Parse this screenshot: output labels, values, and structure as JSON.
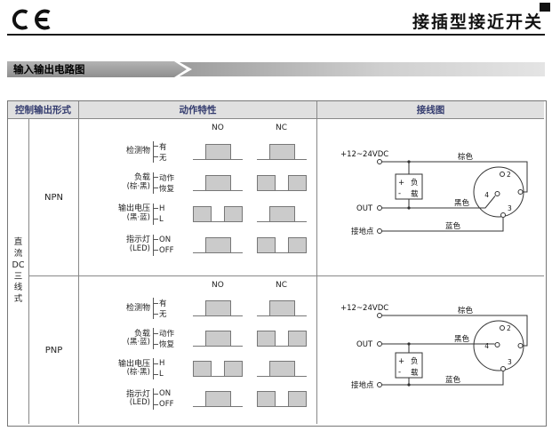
{
  "page": {
    "logo": "CE",
    "title": "接插型接近开关",
    "section_banner": "输入输出电路图"
  },
  "table": {
    "headers": [
      "控制输出形式",
      "动作特性",
      "接线图"
    ],
    "group_lines": [
      "直",
      "流",
      "DC",
      "三",
      "线",
      "式"
    ],
    "npn_label": "NPN",
    "pnp_label": "PNP"
  },
  "timing": {
    "no_label": "NO",
    "nc_label": "NC",
    "npn": {
      "rows": [
        {
          "name": "检测物",
          "sub": "",
          "opt_top": "有",
          "opt_bottom": "无",
          "no": "pulse",
          "nc": "pulse"
        },
        {
          "name": "负载",
          "sub": "(棕·黑)",
          "opt_top": "动作",
          "opt_bottom": "恢复",
          "no": "pulse",
          "nc": "inverse"
        },
        {
          "name": "输出电压",
          "sub": "(黑·蓝)",
          "opt_top": "H",
          "opt_bottom": "L",
          "no": "inverse",
          "nc": "pulse"
        },
        {
          "name": "指示灯",
          "sub": "(LED)",
          "opt_top": "ON",
          "opt_bottom": "OFF",
          "no": "pulse",
          "nc": "inverse"
        }
      ]
    },
    "pnp": {
      "rows": [
        {
          "name": "检测物",
          "sub": "",
          "opt_top": "有",
          "opt_bottom": "无",
          "no": "pulse",
          "nc": "pulse"
        },
        {
          "name": "负载",
          "sub": "(黑·蓝)",
          "opt_top": "动作",
          "opt_bottom": "恢复",
          "no": "pulse",
          "nc": "inverse"
        },
        {
          "name": "输出电压",
          "sub": "(棕·黑)",
          "opt_top": "H",
          "opt_bottom": "L",
          "no": "inverse",
          "nc": "pulse"
        },
        {
          "name": "指示灯",
          "sub": "(LED)",
          "opt_top": "ON",
          "opt_bottom": "OFF",
          "no": "pulse",
          "nc": "inverse"
        }
      ]
    }
  },
  "wiring": {
    "supply": "+12~24VDC",
    "brown": "棕色",
    "black": "黑色",
    "blue": "蓝色",
    "out": "OUT",
    "ground": "接地点",
    "load_top": "负",
    "load_bottom": "载",
    "plus": "+",
    "minus": "-",
    "pin2": "2",
    "pin4": "4",
    "pin3": "3"
  }
}
